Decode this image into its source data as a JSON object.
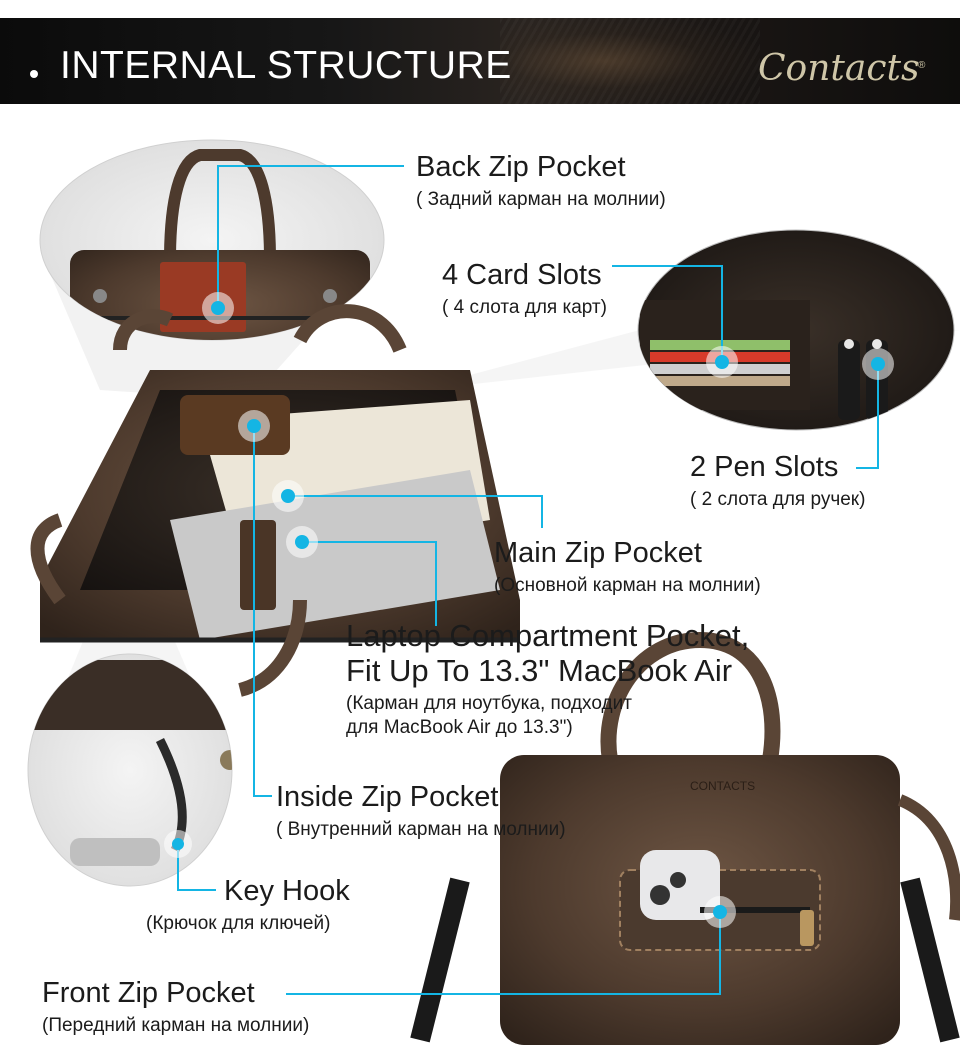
{
  "header": {
    "title": "INTERNAL STRUCTURE",
    "logo": "Contacts",
    "logo_mark": "®"
  },
  "colors": {
    "callout": "#14b5e4",
    "leather": "#5a4536",
    "header_bg": "#111111",
    "logo": "#cfc6a8"
  },
  "callouts": [
    {
      "main": "Back Zip Pocket",
      "sub": "( Задний карман на молнии)"
    },
    {
      "main": "4 Card Slots",
      "sub": "( 4 слота для карт)"
    },
    {
      "main": "2 Pen Slots",
      "sub": "( 2 слота для ручек)"
    },
    {
      "main": "Main Zip Pocket",
      "sub": "(Основной карман на молнии)"
    },
    {
      "main": "Laptop Compartment Pocket,",
      "main2": "Fit Up To 13.3\" MacBook Air",
      "sub": "(Карман для ноутбука, подходит",
      "sub2": "для MacBook Air до 13.3\")"
    },
    {
      "main": "Inside Zip Pocket",
      "sub": "( Внутренний карман на молнии)"
    },
    {
      "main": "Key Hook",
      "sub": "(Крючок для ключей)"
    },
    {
      "main": "Front Zip Pocket",
      "sub": "(Передний карман на молнии)"
    }
  ]
}
